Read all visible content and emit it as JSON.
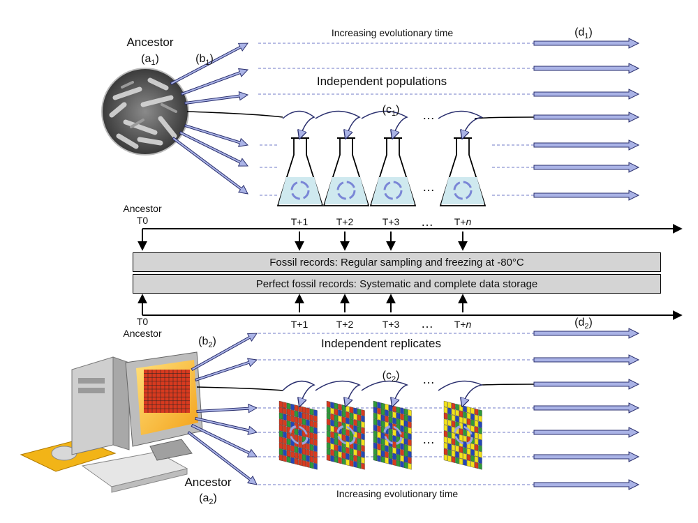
{
  "top": {
    "ancestor_label": "Ancestor",
    "ancestor_id_base": "(a",
    "ancestor_id_sub": "1",
    "branch_label_base": "(b",
    "branch_label_sub": "1",
    "transfer_label_base": "(c",
    "transfer_label_sub": "1",
    "line_label_base": "(d",
    "line_label_sub": "1",
    "time_caption": "Increasing evolutionary time",
    "populations_caption": "Independent populations",
    "ellipsis": "…",
    "image_subject": "bacteria-micrograph",
    "vessel": "flask"
  },
  "timeline": {
    "top_ancestor": "Ancestor",
    "top_t0": "T0",
    "bottom_ancestor": "Ancestor",
    "bottom_t0": "T0",
    "ticks": [
      "T+1",
      "T+2",
      "T+3"
    ],
    "tick_n_prefix": "T+",
    "tick_n_var": "n",
    "ellipsis": "…",
    "band_fossil": "Fossil records: Regular sampling and freezing at -80°C",
    "band_perfect": "Perfect fossil records: Systematic and complete data storage"
  },
  "bottom": {
    "replicates_caption": "Independent replicates",
    "time_caption": "Increasing evolutionary time",
    "ancestor_label": "Ancestor",
    "ancestor_id_base": "(a",
    "ancestor_id_sub": "2",
    "branch_label_base": "(b",
    "branch_label_sub": "2",
    "transfer_label_base": "(c",
    "transfer_label_sub": "2",
    "line_label_base": "(d",
    "line_label_sub": "2",
    "ellipsis": "…",
    "image_subject": "desktop-computer",
    "vessel": "grid-world"
  },
  "colors": {
    "arrow_fill": "#aab3e6",
    "arrow_stroke": "#2a2f6e",
    "dashed_line": "#6f78c7",
    "flask_liquid": "#cfe9ef",
    "grid_red": "#d73a1f",
    "grid_green": "#2f9a3a",
    "grid_yellow": "#f2e21c",
    "grid_blue": "#2447b8",
    "band_fill": "#d4d4d4"
  }
}
